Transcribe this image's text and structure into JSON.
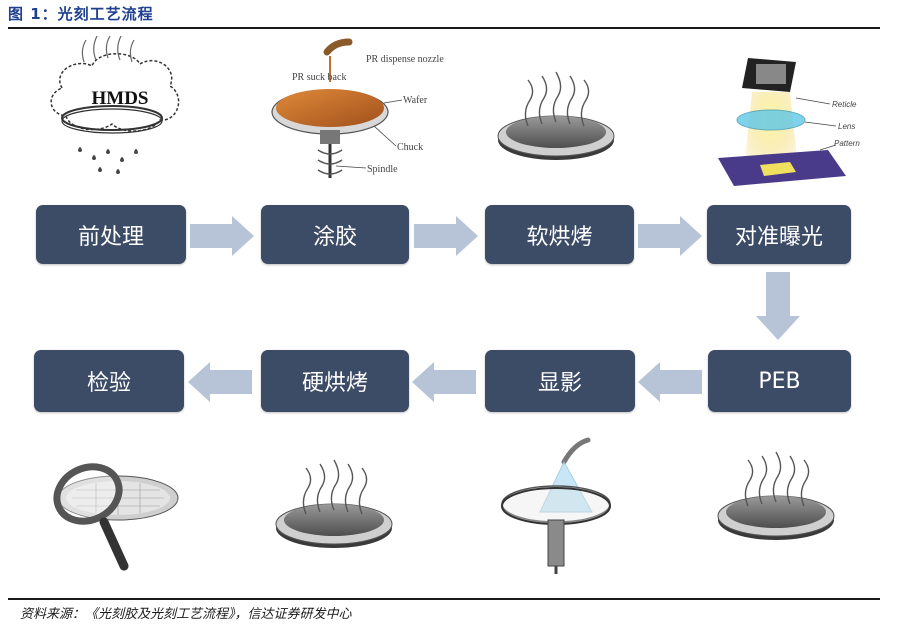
{
  "figure": {
    "title": "图 1：光刻工艺流程",
    "source": "资料来源：《光刻胶及光刻工艺流程》，信达证券研发中心"
  },
  "steps": [
    {
      "label": "前处理"
    },
    {
      "label": "涂胶"
    },
    {
      "label": "软烘烤"
    },
    {
      "label": "对准曝光"
    },
    {
      "label": "PEB"
    },
    {
      "label": "显影"
    },
    {
      "label": "硬烘烤"
    },
    {
      "label": "检验"
    }
  ],
  "illustrations": {
    "hmds_text": "HMDS",
    "coating_labels": [
      "PR dispense nozzle",
      "PR suck back",
      "Wafer",
      "Chuck",
      "Spindle"
    ],
    "exposure_labels": [
      "Reticle",
      "Lens",
      "Pattern"
    ]
  },
  "colors": {
    "box": "#3c4b66",
    "arrow": "#b7c3d6",
    "title": "#1f3f8f"
  }
}
